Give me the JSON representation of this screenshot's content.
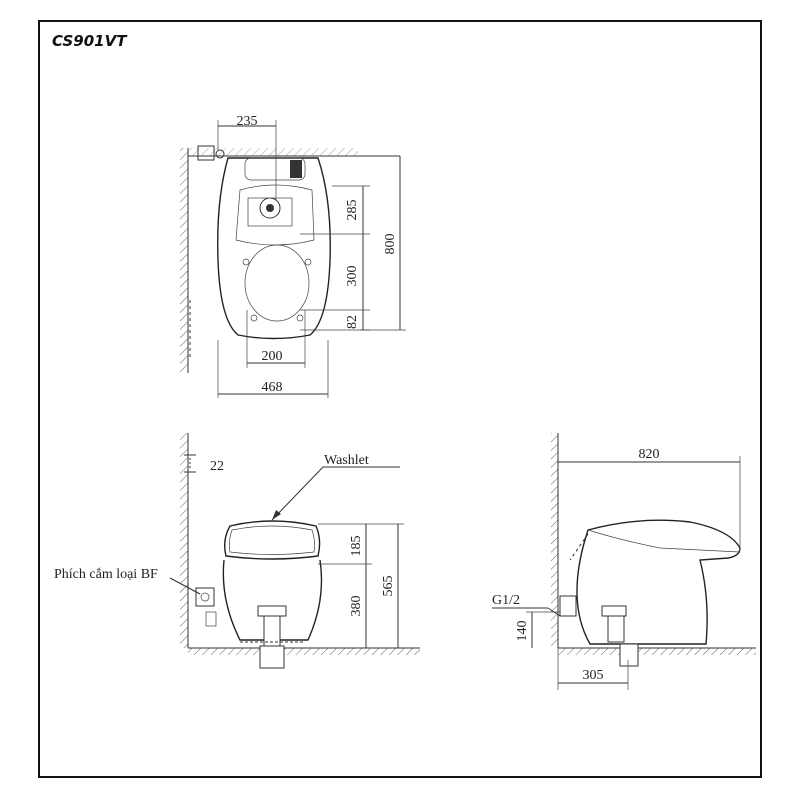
{
  "title": "CS901VT",
  "labels": {
    "washlet": "Washlet",
    "plug": "Phích cắm loại BF",
    "g12": "G1/2"
  },
  "top_view": {
    "dim_235": "235",
    "dim_285": "285",
    "dim_300": "300",
    "dim_82": "82",
    "dim_800": "800",
    "dim_200": "200",
    "dim_468": "468"
  },
  "front_view": {
    "dim_22": "22",
    "dim_185": "185",
    "dim_380": "380",
    "dim_565": "565"
  },
  "side_view": {
    "dim_820": "820",
    "dim_140": "140",
    "dim_305": "305"
  }
}
